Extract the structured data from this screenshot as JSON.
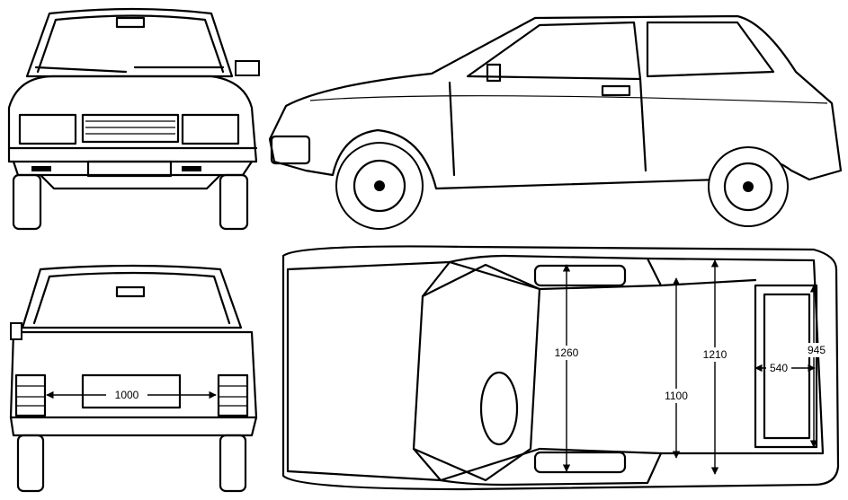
{
  "dimensions": {
    "rear_width": "1000",
    "front_interior_length": "1260",
    "rear_interior_length": "1210",
    "interior_width": "1100",
    "trunk_width": "945",
    "trunk_length": "540"
  },
  "colors": {
    "line": "#000000",
    "background": "#ffffff"
  }
}
